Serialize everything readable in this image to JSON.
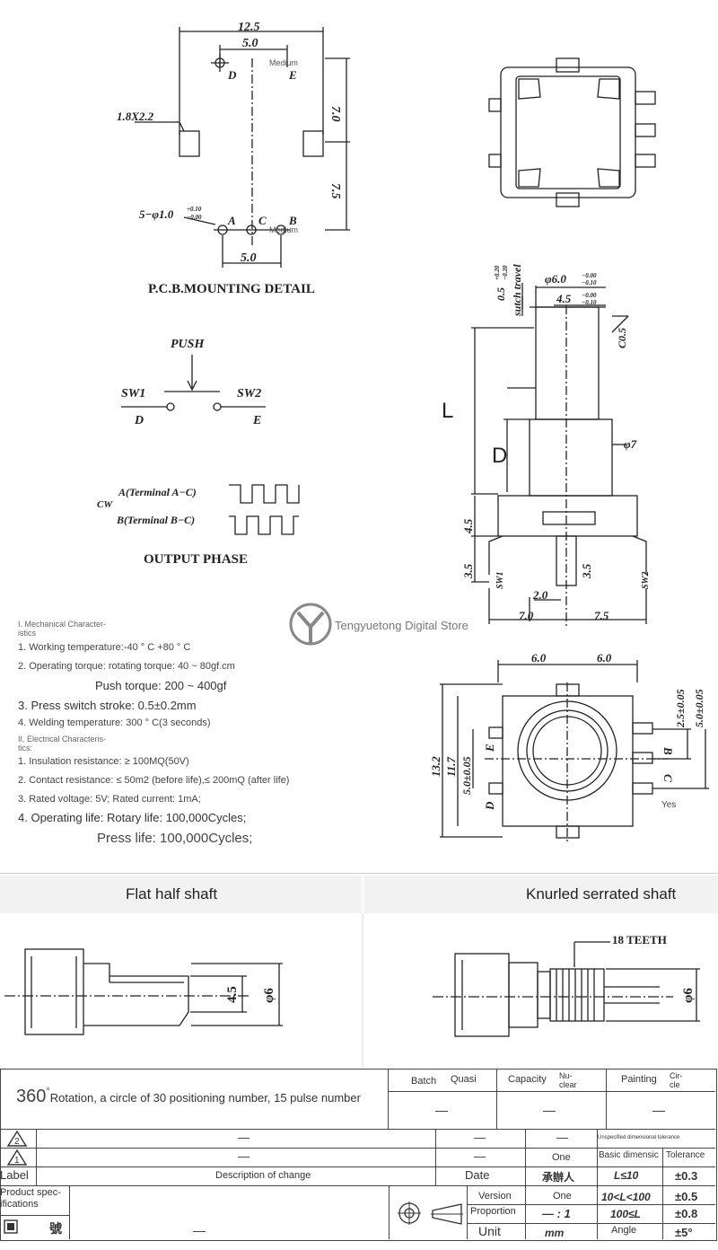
{
  "pcb": {
    "dim_width": "12.5",
    "dim_pin_d_e": "5.0",
    "dim_upper": "7.0",
    "dim_lower": "7.5",
    "dim_pin_a_b": "5.0",
    "pad_size": "1.8X2.2",
    "hole_spec": "5−φ1.0",
    "hole_tol_plus": "+0.10",
    "hole_tol_minus": "−0.00",
    "pin_d": "D",
    "pin_e": "E",
    "pin_a": "A",
    "pin_c": "C",
    "pin_b": "B",
    "medium_top": "Medium",
    "medium_bottom": "Medium",
    "title": "P.C.B.MOUNTING DETAIL"
  },
  "push": {
    "label": "PUSH",
    "sw1": "SW1",
    "sw2": "SW2",
    "d": "D",
    "e": "E"
  },
  "phase": {
    "cw": "CW",
    "a": "A(Terminal A−C)",
    "b": "B(Terminal B−C)",
    "title": "OUTPUT PHASE"
  },
  "side": {
    "switch_travel_val": "0.5",
    "switch_travel_tol_plus": "+0.20",
    "switch_travel_tol_minus": "−0.20",
    "switch_travel": "sutch travel",
    "shaft_dia": "φ6.0",
    "shaft_dia_tol_plus": "−0.00",
    "shaft_dia_tol_minus": "−0.10",
    "flat": "4.5",
    "flat_tol_plus": "−0.00",
    "flat_tol_minus": "−0.10",
    "chamfer": "C0.5",
    "L": "L",
    "D": "D",
    "bush_dia": "φ7",
    "h45": "4.5",
    "h35a": "3.5",
    "h35b": "3.5",
    "sw1": "SW1",
    "sw2": "SW2",
    "w20": "2.0",
    "w70": "7.0",
    "w75": "7.5"
  },
  "bottom_view": {
    "w60a": "6.0",
    "w60b": "6.0",
    "v25": "2.5±0.05",
    "v50r": "5.0±0.05",
    "h132": "13.2",
    "h117": "11.7",
    "v50l": "5.0±0.05",
    "e": "E",
    "d": "D",
    "b": "B",
    "c": "C",
    "yes": "Yes"
  },
  "watermark": "Tengyuetong Digital Store",
  "specs": {
    "mech_title_1": "I. Mechanical Character-",
    "mech_title_2": "istics",
    "s1": "1. Working temperature:-40 ° C +80 ° C",
    "s2": "2. Operating torque: rotating torque: 40 ~ 80gf.cm",
    "s2b": "Push torque: 200 ~ 400gf",
    "s3": "3. Press switch stroke: 0.5±0.2mm",
    "s4": "4. Welding temperature: 300 ° C(3 seconds)",
    "elec_title_1": "II. Electrical Characteris-",
    "elec_title_2": "tics:",
    "e1": "1. Insulation resistance: ≥ 100MQ(50V)",
    "e2": "2. Contact resistance: ≤ 50m2 (before life),≤ 200mQ (after life)",
    "e3": "3. Rated voltage: 5V; Rated current: 1mA;",
    "e4": "4. Operating life: Rotary life: 100,000Cycles;",
    "e4b": "Press life: 100,000Cycles;"
  },
  "shafts": {
    "left_title": "Flat half shaft",
    "right_title": "Knurled serrated shaft",
    "flat": "4.5",
    "dia_left": "φ6",
    "teeth": "18 TEETH",
    "dia_right": "φ6"
  },
  "title_block": {
    "deg_num": "360",
    "deg_sym": "°",
    "desc": "Rotation, a circle of 30 positioning number, 15 pulse number",
    "batch": "Batch",
    "quasi": "Quasi",
    "capacity": "Capacity",
    "nuclear_1": "Nu-",
    "nuclear_2": "clear",
    "painting": "Painting",
    "circle_1": "Cir-",
    "circle_2": "cle",
    "dash": "—",
    "unspecified": "Unspecified dimensional tolerance",
    "one_a": "One",
    "basic_dim": "Basic dimensic",
    "tolerance": "Tolerance",
    "label": "Label",
    "desc_change": "Description of change",
    "date": "Date",
    "undertaker": "承辦人",
    "r1_dim": "L≤10",
    "r1_tol": "±0.3",
    "product_spec_1": "Product spec-",
    "product_spec_2": "ifications",
    "version": "Version",
    "one_b": "One",
    "r2_dim": "10<L<100",
    "r2_tol": "±0.5",
    "proportion": "Proportion",
    "ratio": "— : 1",
    "r3_dim": "100≤L",
    "r3_tol": "±0.8",
    "no": "號",
    "unit": "Unit",
    "mm": "mm",
    "angle": "Angle",
    "angle_tol": "±5°"
  }
}
